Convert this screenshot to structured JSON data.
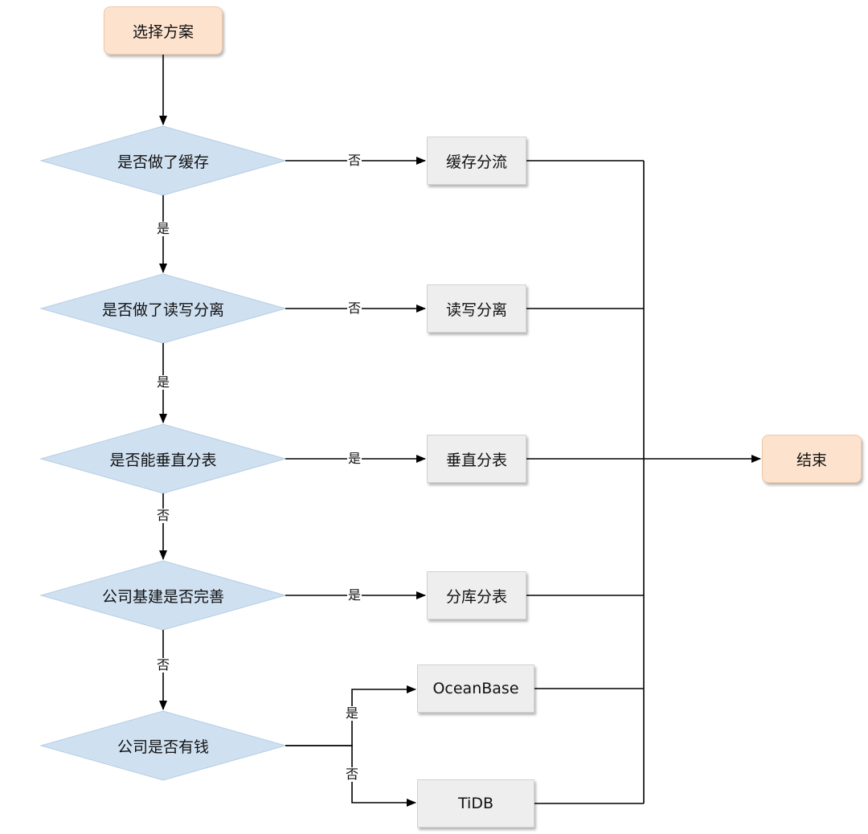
{
  "flowchart": {
    "start": "选择方案",
    "end": "结束",
    "decisions": [
      "是否做了缓存",
      "是否做了读写分离",
      "是否能垂直分表",
      "公司基建是否完善",
      "公司是否有钱"
    ],
    "outcomes": [
      "缓存分流",
      "读写分离",
      "垂直分表",
      "分库分表",
      "OceanBase",
      "TiDB"
    ],
    "edge_labels": {
      "yes": "是",
      "no": "否"
    }
  },
  "colors": {
    "terminal_fill": "#fde3ce",
    "decision_fill": "#cfe0f1",
    "process_fill": "#eeeeee",
    "line": "#000000"
  }
}
